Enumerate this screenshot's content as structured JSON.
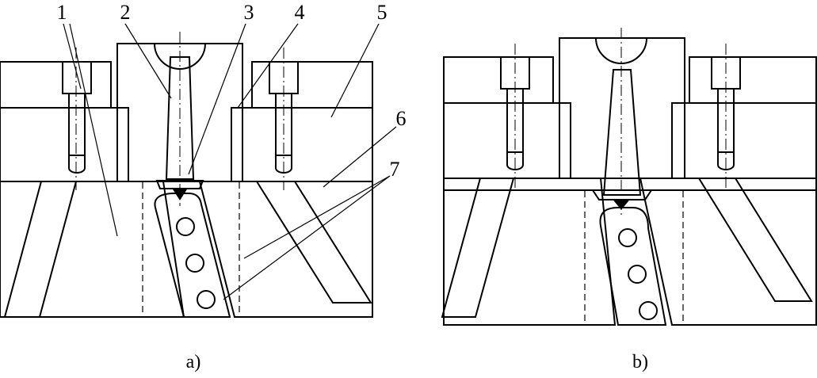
{
  "callouts": [
    "1",
    "2",
    "3",
    "4",
    "5",
    "6",
    "7"
  ],
  "captions": {
    "a": "a)",
    "b": "b)"
  }
}
